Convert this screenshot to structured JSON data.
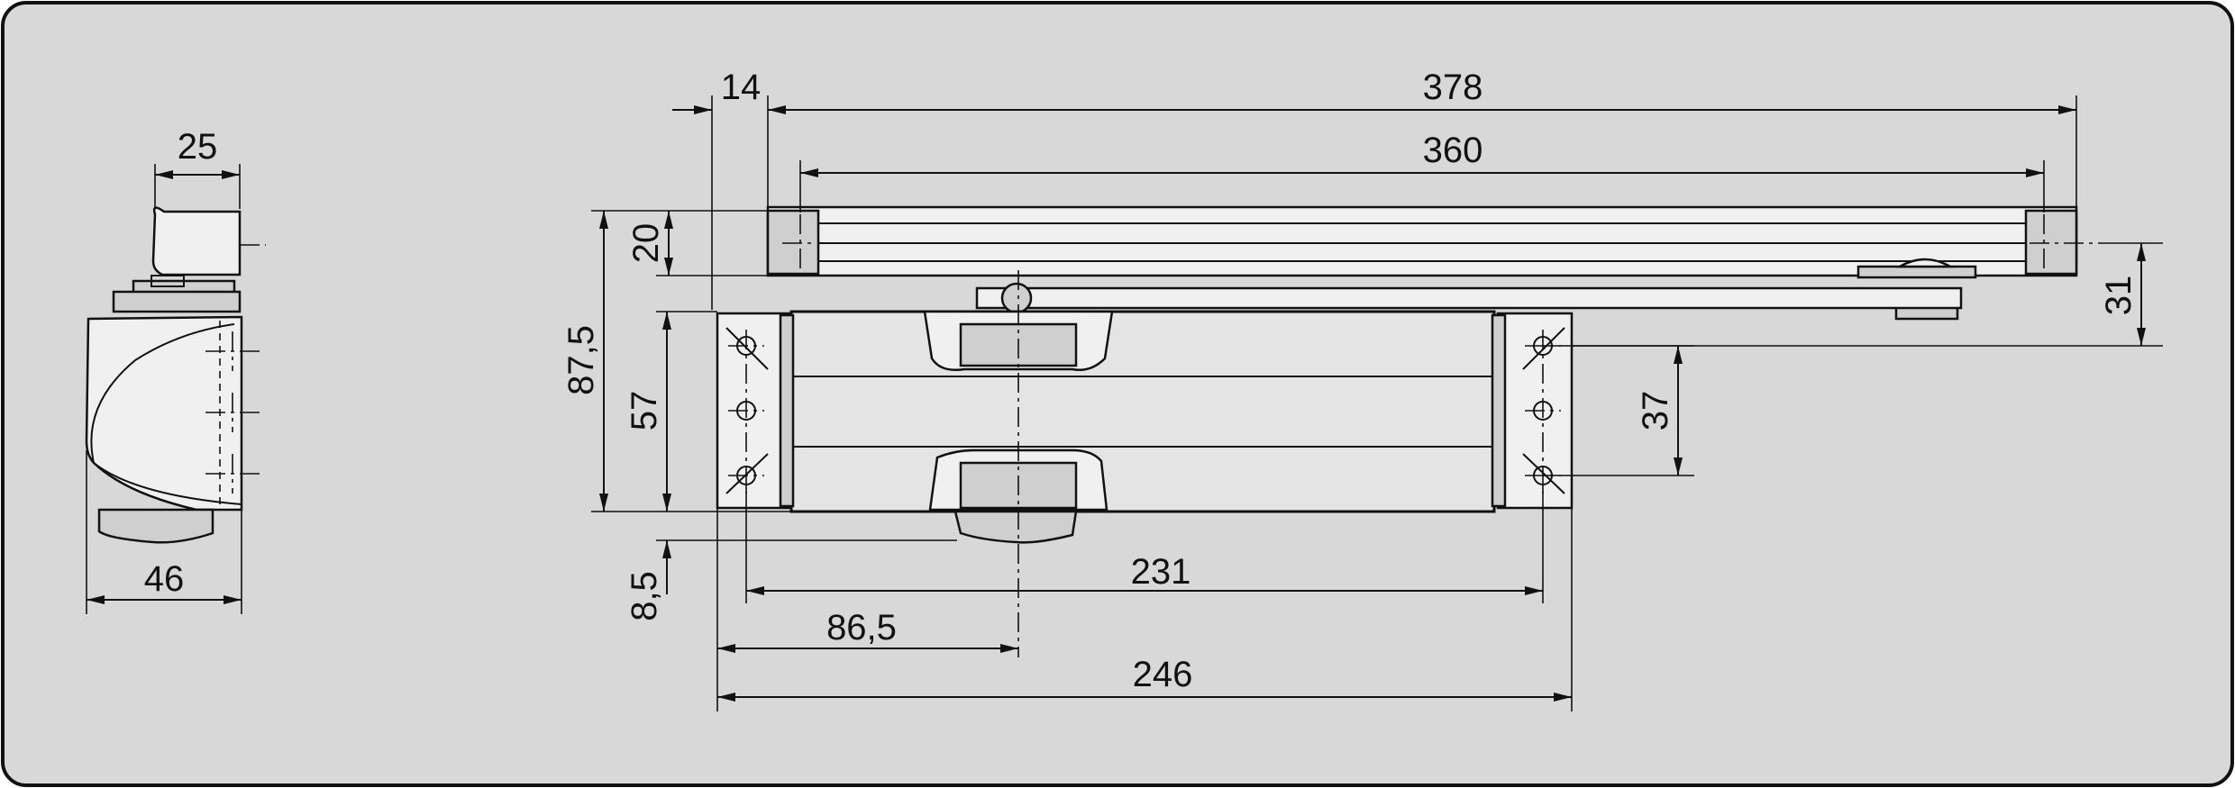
{
  "colors": {
    "background": "#d8d8d8",
    "line": "#111111",
    "panel_border": "#111111"
  },
  "side_view": {
    "width_top": "25",
    "width_bottom": "46"
  },
  "front_view": {
    "arm_offset": "14",
    "overall_length": "378",
    "rail_length": "360",
    "rail_height": "20",
    "total_height": "87,5",
    "body_height": "57",
    "bottom_offset": "8,5",
    "hole_spacing_horizontal": "231",
    "axis_offset": "86,5",
    "body_length": "246",
    "hole_spacing_vertical": "37",
    "rail_hole_offset": "31"
  }
}
